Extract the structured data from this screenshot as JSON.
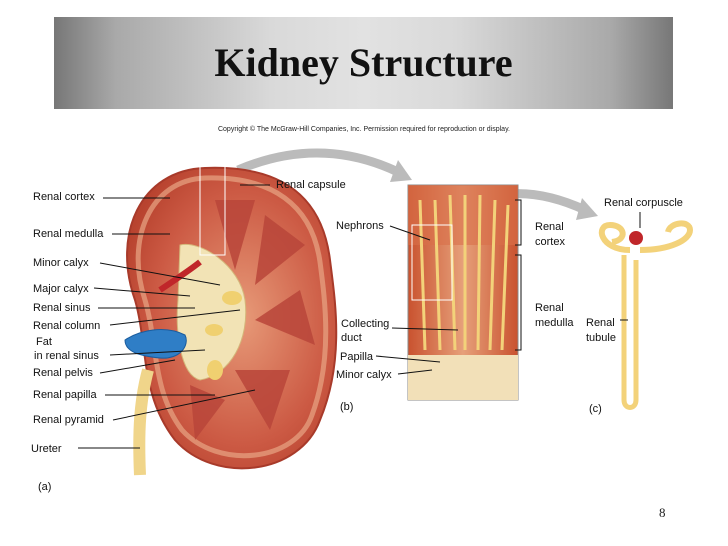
{
  "title": "Kidney Structure",
  "copyright": "Copyright © The McGraw-Hill Companies, Inc. Permission required for reproduction or display.",
  "labels": {
    "renal_capsule": "Renal capsule",
    "renal_cortex": "Renal cortex",
    "renal_medulla": "Renal medulla",
    "minor_calyx": "Minor calyx",
    "major_calyx": "Major calyx",
    "renal_sinus": "Renal sinus",
    "renal_column": "Renal column",
    "fat_line1": "Fat",
    "fat_line2": "in renal sinus",
    "renal_pelvis": "Renal pelvis",
    "renal_papilla": "Renal papilla",
    "renal_pyramid": "Renal pyramid",
    "ureter": "Ureter",
    "panel_a": "(a)",
    "nephrons": "Nephrons",
    "collecting_duct_line1": "Collecting",
    "collecting_duct_line2": "duct",
    "papilla": "Papilla",
    "minor_calyx_b": "Minor calyx",
    "panel_b": "(b)",
    "renal_cortex_b_line1": "Renal",
    "renal_cortex_b_line2": "cortex",
    "renal_medulla_b_line1": "Renal",
    "renal_medulla_b_line2": "medulla",
    "renal_corpuscle": "Renal corpuscle",
    "renal_tubule_line1": "Renal",
    "renal_tubule_line2": "tubule",
    "panel_c": "(c)"
  },
  "page_number": "8"
}
